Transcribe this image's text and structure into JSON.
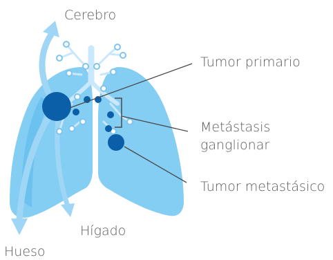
{
  "labels": {
    "brain": "Cerebro",
    "primary_tumor": "Tumor primario",
    "lymph_line1": "Metástasis",
    "lymph_line2": "ganglionar",
    "metastatic_tumor": "Tumor metastásico",
    "liver": "Hígado",
    "bone": "Hueso"
  },
  "colors": {
    "lung_fill": "#84cdf3",
    "lung_inner": "#5fbaec",
    "arrow": "#9fd6f5",
    "airway": "#c9e8fb",
    "node_stroke": "#7fc4ee",
    "tumor": "#0b5ea8",
    "leader": "#4a4a4a"
  },
  "icons": [
    "lung-left",
    "lung-right",
    "airway-tree",
    "primary-tumor-dot",
    "lymph-node-dots",
    "metastatic-tumor-dot",
    "spread-arrows"
  ]
}
